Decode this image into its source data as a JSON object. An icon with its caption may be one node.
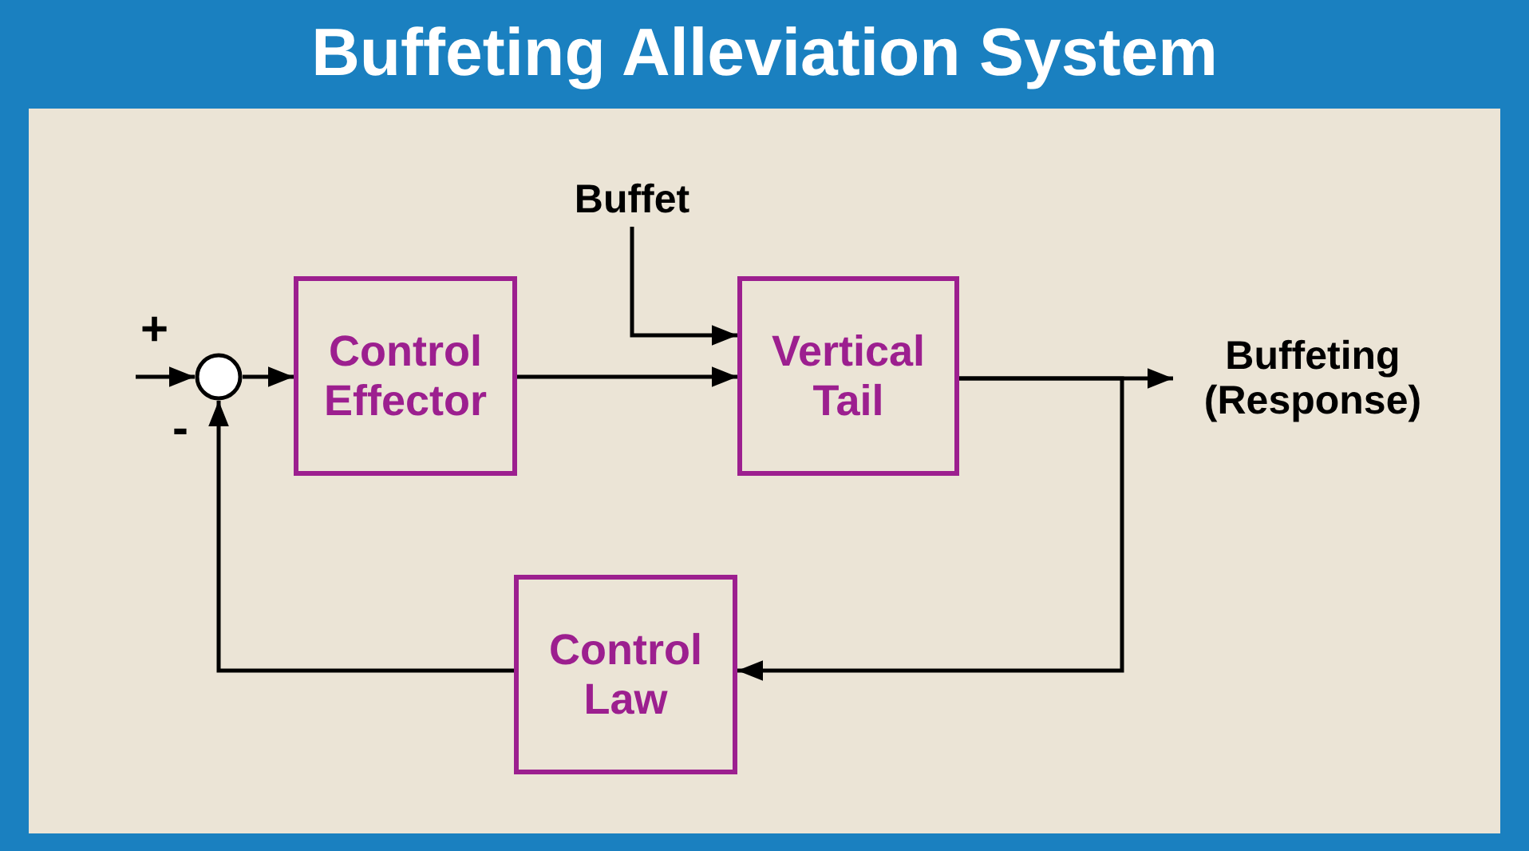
{
  "diagram": {
    "title": "Buffeting Alleviation System",
    "nodes": [
      {
        "text": [],
        "shape": "circle"
      },
      {
        "text": [
          "Control Effector"
        ]
      },
      {
        "text": [
          "Vertical Tail"
        ]
      },
      {
        "text": [
          "Control Law"
        ]
      },
      {
        "text": [
          "Buffet"
        ]
      },
      {
        "text": [
          "Buffeting (Response)"
        ]
      }
    ],
    "edges": [
      {
        "from": null,
        "to": 0,
        "arrow": "to"
      },
      {
        "from": 0,
        "to": 1,
        "arrow": "to"
      },
      {
        "from": 1,
        "to": 2,
        "arrow": "to"
      },
      {
        "from": 4,
        "to": 2,
        "arrow": "to"
      },
      {
        "from": 2,
        "to": 5,
        "arrow": "to"
      },
      {
        "from": 2,
        "to": 3,
        "arrow": "to"
      },
      {
        "from": 3,
        "to": 0,
        "arrow": "to"
      }
    ],
    "labels": [
      "+",
      "-"
    ]
  }
}
